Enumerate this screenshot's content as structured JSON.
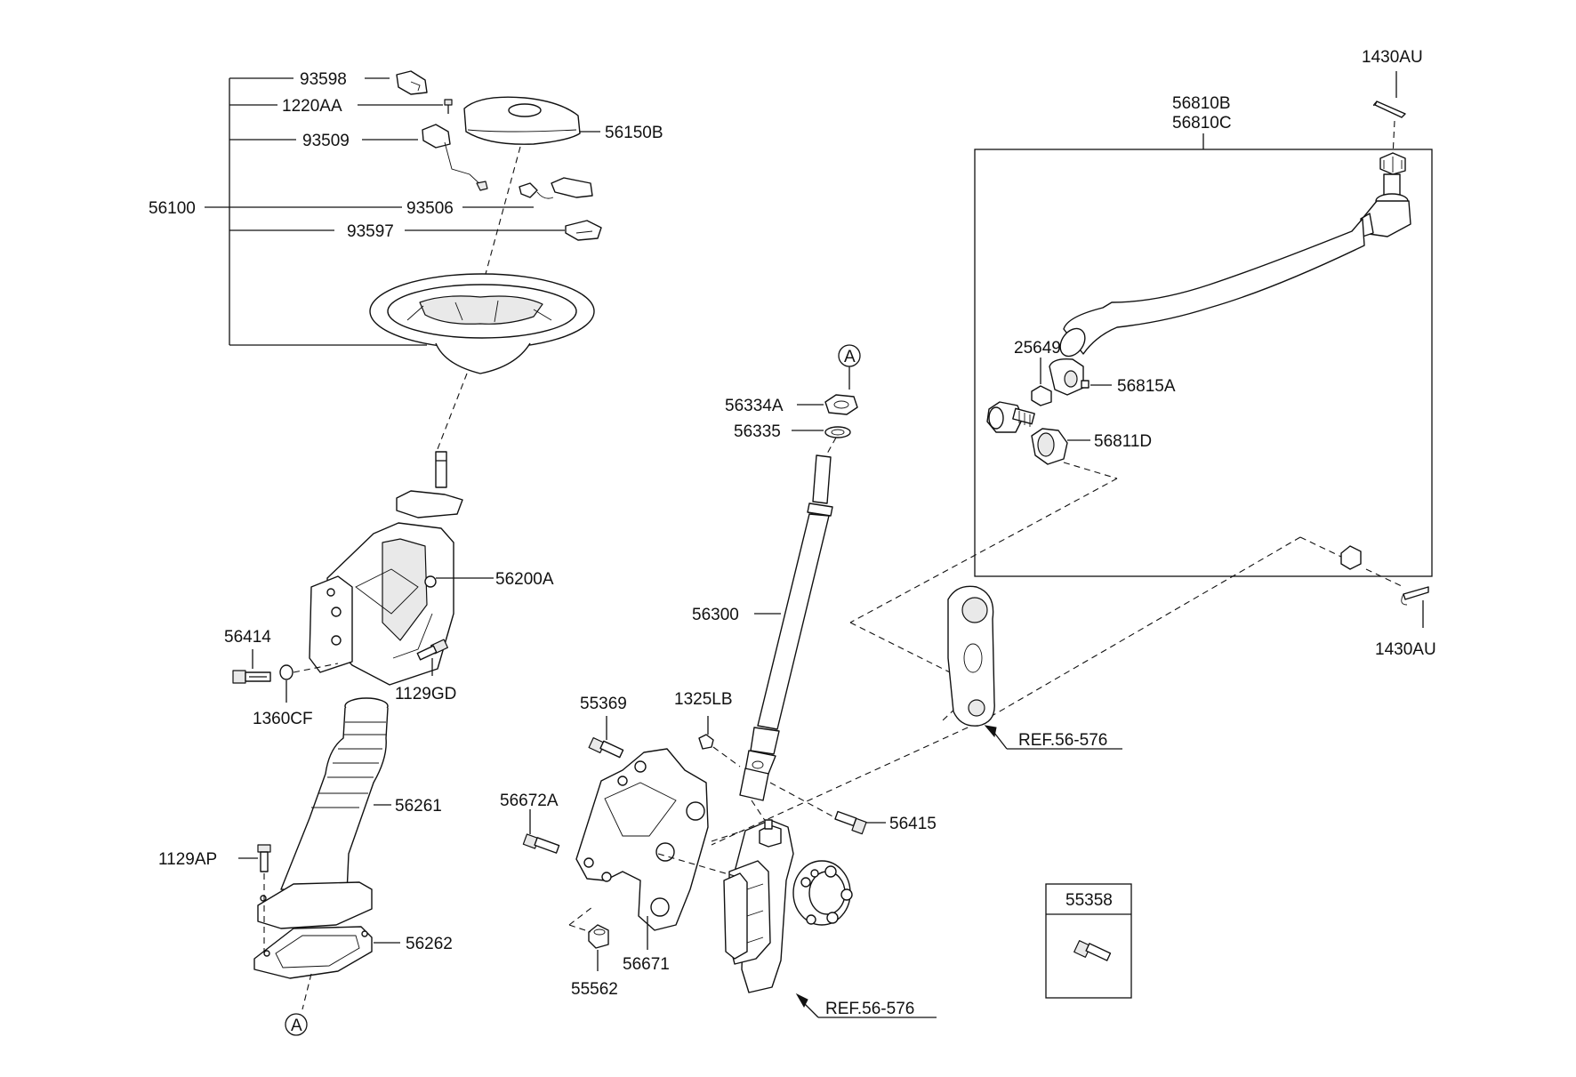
{
  "labels": {
    "p93598": "93598",
    "p1220AA": "1220AA",
    "p93509": "93509",
    "p56150B": "56150B",
    "p56100": "56100",
    "p93506": "93506",
    "p93597": "93597",
    "p56200A": "56200A",
    "p56414": "56414",
    "p1129GD": "1129GD",
    "p1360CF": "1360CF",
    "p56261": "56261",
    "p1129AP": "1129AP",
    "p56262": "56262",
    "circleA_bottom": "A",
    "circleA_top": "A",
    "p56334A": "56334A",
    "p56335": "56335",
    "p56300": "56300",
    "p1325LB": "1325LB",
    "p55369": "55369",
    "p56672A": "56672A",
    "p56415": "56415",
    "p56671": "56671",
    "p55562": "55562",
    "ref_gearbox": "REF.56-576",
    "ref_arm": "REF.56-576",
    "p56810B": "56810B",
    "p56810C": "56810C",
    "p1430AU_top": "1430AU",
    "p1430AU_right": "1430AU",
    "p25649": "25649",
    "p56815A": "56815A",
    "p56811D": "56811D",
    "p55358": "55358"
  }
}
